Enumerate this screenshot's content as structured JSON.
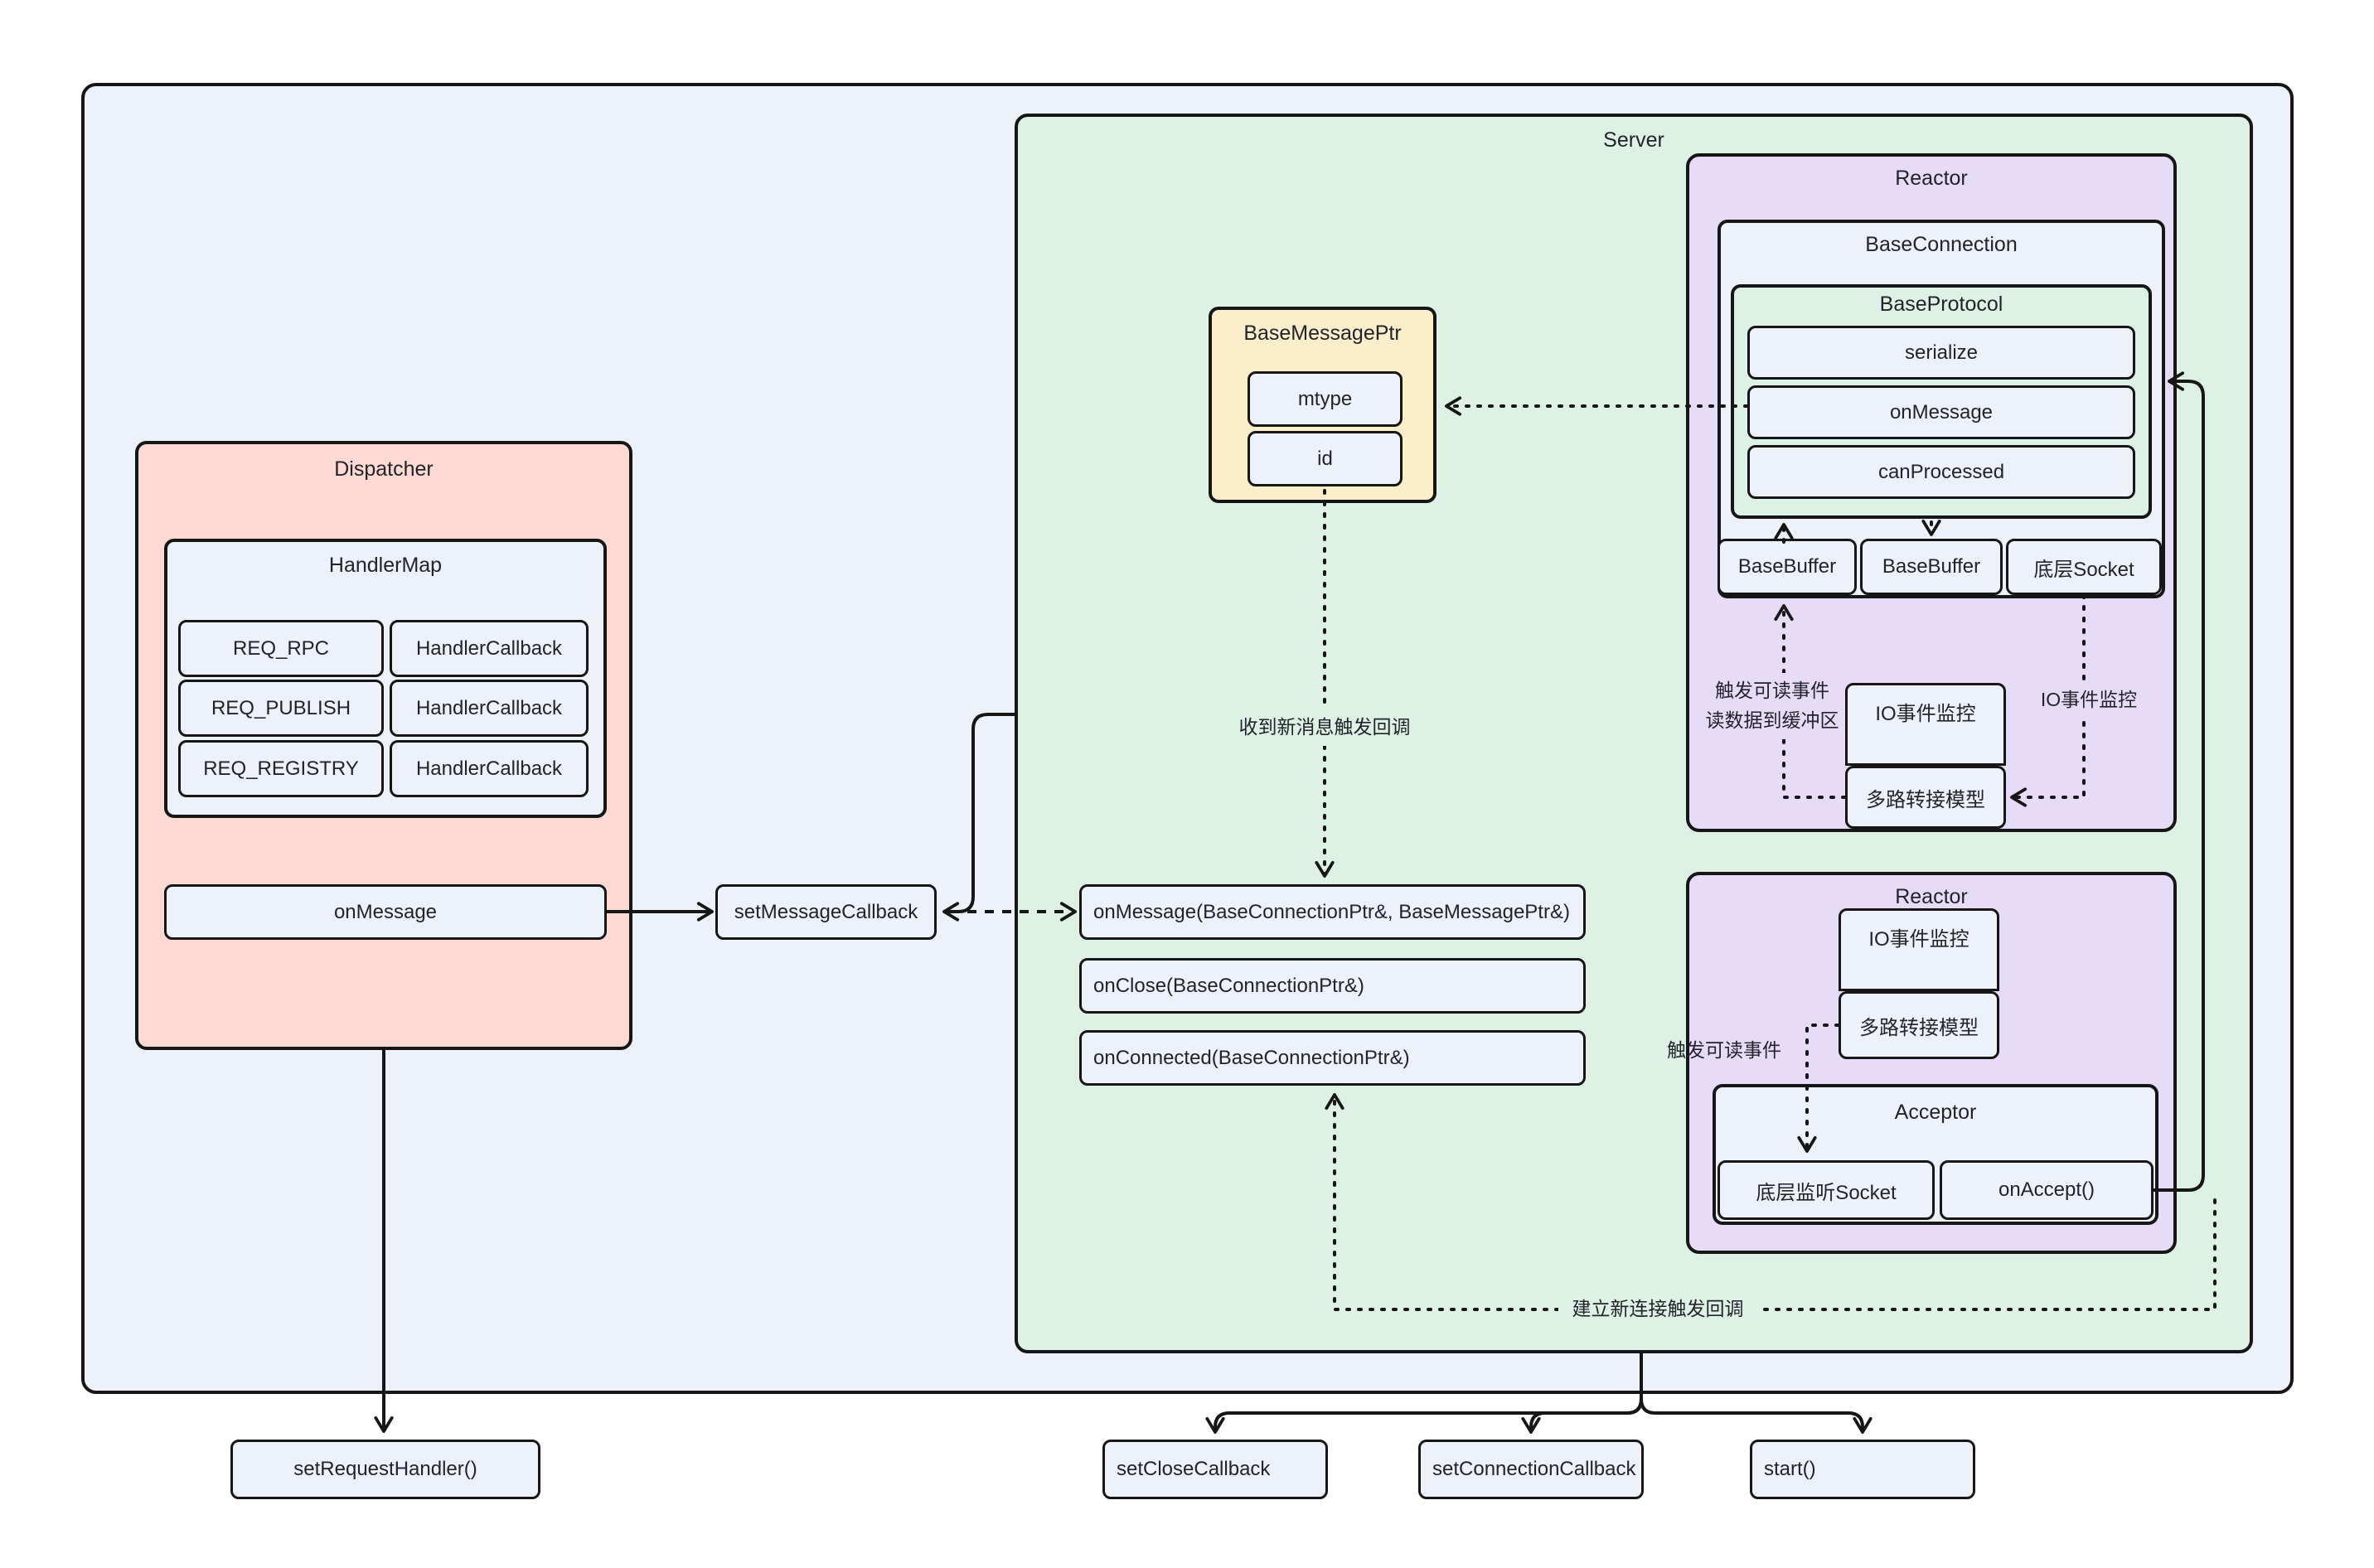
{
  "colors": {
    "outer_fill": "#edf1fa",
    "server_fill": "#ddf1e4",
    "dispatcher_fill": "#fcdad3",
    "reactor_fill": "#e7dcf8",
    "message_fill": "#fceeca",
    "leaf_fill": "#edf1fa",
    "line": "#161616",
    "text": "#23232b"
  },
  "dispatcher": {
    "title": "Dispatcher",
    "handler_map": {
      "title": "HandlerMap",
      "rows": [
        {
          "key": "REQ_RPC",
          "value": "HandlerCallback"
        },
        {
          "key": "REQ_PUBLISH",
          "value": "HandlerCallback"
        },
        {
          "key": "REQ_REGISTRY",
          "value": "HandlerCallback"
        }
      ]
    },
    "on_message": "onMessage"
  },
  "set_message_callback": "setMessageCallback",
  "set_request_handler": "setRequestHandler()",
  "server": {
    "title": "Server",
    "base_message_ptr": {
      "title": "BaseMessagePtr",
      "fields": [
        "mtype",
        "id"
      ]
    },
    "callbacks": [
      "onMessage(BaseConnectionPtr&,  BaseMessagePtr&)",
      "onClose(BaseConnectionPtr&)",
      "onConnected(BaseConnectionPtr&)"
    ],
    "label_new_message": "收到新消息触发回调",
    "label_new_connection": "建立新连接触发回调",
    "reactor_top": {
      "title": "Reactor",
      "base_connection": {
        "title": "BaseConnection",
        "base_protocol": {
          "title": "BaseProtocol",
          "methods": [
            "serialize",
            "onMessage",
            "canProcessed"
          ]
        },
        "buffers": [
          "BaseBuffer",
          "BaseBuffer",
          "底层Socket"
        ]
      },
      "io_monitor": "IO事件监控",
      "mux_model": "多路转接模型",
      "label_trigger_read": "触发可读事件",
      "label_read_to_buffer": "读数据到缓冲区",
      "label_io_monitor": "IO事件监控"
    },
    "reactor_bottom": {
      "title": "Reactor",
      "io_monitor": "IO事件监控",
      "mux_model": "多路转接模型",
      "label_trigger_read": "触发可读事件",
      "acceptor": {
        "title": "Acceptor",
        "listen_socket": "底层监听Socket",
        "on_accept": "onAccept()"
      }
    }
  },
  "bottom": {
    "set_close_callback": "setCloseCallback",
    "set_connection_callback": "setConnectionCallback",
    "start": "start()"
  }
}
